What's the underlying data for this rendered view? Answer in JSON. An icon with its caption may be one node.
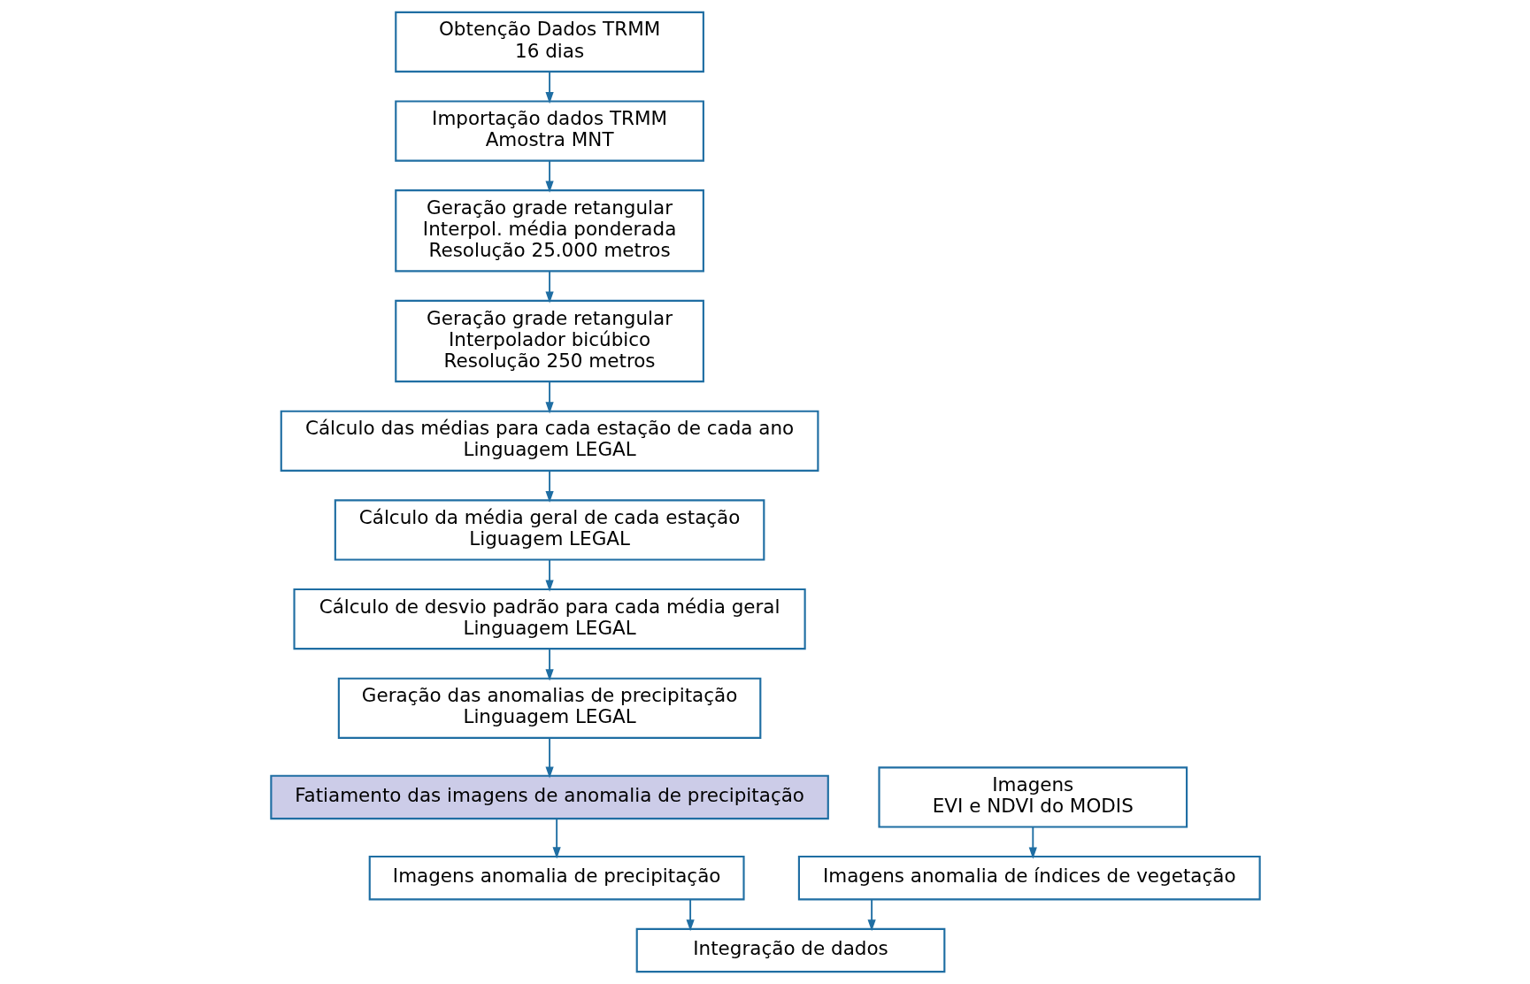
{
  "diagram": {
    "nodes": [
      {
        "text": [
          "Obtenção Dados TRMM",
          "16 dias"
        ]
      },
      {
        "text": [
          "Importação dados TRMM",
          "Amostra MNT"
        ]
      },
      {
        "text": [
          "Geração grade retangular",
          "Interpol. média ponderada",
          "Resolução 25.000 metros"
        ]
      },
      {
        "text": [
          "Geração grade retangular",
          "Interpolador bicúbico",
          "Resolução 250 metros"
        ]
      },
      {
        "text": [
          "Cálculo das médias para cada estação de cada ano",
          "Linguagem LEGAL"
        ]
      },
      {
        "text": [
          "Cálculo da média geral de cada estação",
          "Liguagem LEGAL"
        ]
      },
      {
        "text": [
          "Cálculo de desvio padrão para cada média geral",
          "Linguagem LEGAL"
        ]
      },
      {
        "text": [
          "Geração das anomalias de precipitação",
          "Linguagem LEGAL"
        ]
      },
      {
        "text": [
          "Fatiamento das imagens de anomalia de precipitação"
        ]
      },
      {
        "text": [
          "Imagens anomalia de precipitação"
        ]
      },
      {
        "text": [
          "Imagens",
          "EVI e NDVI do MODIS"
        ]
      },
      {
        "text": [
          "Imagens anomalia de índices de vegetação"
        ]
      },
      {
        "text": [
          "Integração de dados"
        ]
      }
    ],
    "edges": [
      {
        "from": 0,
        "to": 1,
        "arrow": "to"
      },
      {
        "from": 1,
        "to": 2,
        "arrow": "to"
      },
      {
        "from": 2,
        "to": 3,
        "arrow": "to"
      },
      {
        "from": 3,
        "to": 4,
        "arrow": "to"
      },
      {
        "from": 4,
        "to": 5,
        "arrow": "to"
      },
      {
        "from": 5,
        "to": 6,
        "arrow": "to"
      },
      {
        "from": 6,
        "to": 7,
        "arrow": "to"
      },
      {
        "from": 7,
        "to": 8,
        "arrow": "to"
      },
      {
        "from": 8,
        "to": 9,
        "arrow": "to"
      },
      {
        "from": 10,
        "to": 11,
        "arrow": "to"
      },
      {
        "from": 9,
        "to": 12,
        "arrow": "to"
      },
      {
        "from": 11,
        "to": 12,
        "arrow": "to"
      }
    ]
  }
}
